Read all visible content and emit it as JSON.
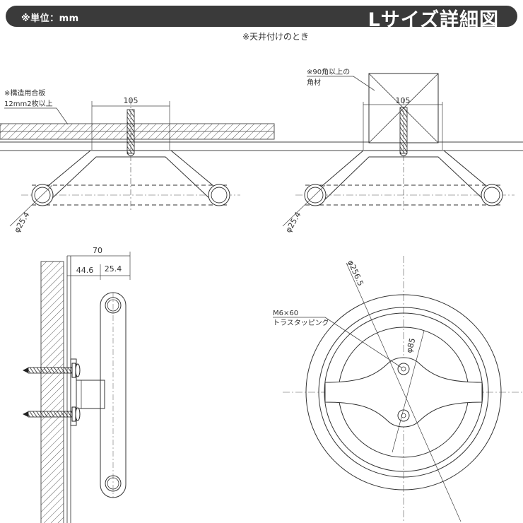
{
  "header": {
    "unit_label": "※単位：mm",
    "title": "Lサイズ詳細図"
  },
  "drawing": {
    "subtitle": "※天井付けのとき",
    "plywood_note_line1": "※構造用合板",
    "plywood_note_line2": "12mm2枚以上",
    "lumber_note_line1": "※90角以上の",
    "lumber_note_line2": "角材",
    "dim_105_left": "105",
    "dim_105_right": "105",
    "dia_25_4_left": "φ25.4",
    "dia_25_4_right": "φ25.4",
    "dim_70": "70",
    "dim_44_6": "44.6",
    "dim_25_4": "25.4",
    "dia_256_5": "φ256.5",
    "dia_85": "φ85",
    "screw_spec_line1": "M6×60",
    "screw_spec_line2": "トラスタッピング"
  }
}
